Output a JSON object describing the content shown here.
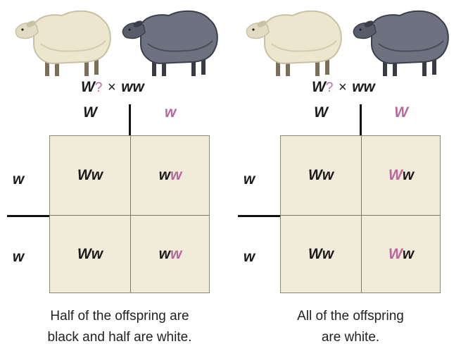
{
  "colors": {
    "accent": "#b8679a",
    "grid_fill": "#f1ebd9",
    "text": "#1a1a1a"
  },
  "panels": [
    {
      "cross": {
        "p1_allele": "W",
        "unknown": "?",
        "times": "×",
        "p2": "ww"
      },
      "top_gametes": [
        {
          "text": "W",
          "color": "dark"
        },
        {
          "text": "w",
          "color": "pink"
        }
      ],
      "side_gametes": [
        "w",
        "w"
      ],
      "cells": [
        [
          {
            "a": "W",
            "a_color": "dark",
            "b": "w"
          },
          {
            "a": "w",
            "a_color": "dark",
            "b": "w",
            "b_color": "pink"
          }
        ],
        [
          {
            "a": "W",
            "a_color": "dark",
            "b": "w"
          },
          {
            "a": "w",
            "a_color": "dark",
            "b": "w",
            "b_color": "pink"
          }
        ]
      ],
      "caption_line1": "Half of the offspring are",
      "caption_line2": "black and half are white."
    },
    {
      "cross": {
        "p1_allele": "W",
        "unknown": "?",
        "times": "×",
        "p2": "ww"
      },
      "top_gametes": [
        {
          "text": "W",
          "color": "dark"
        },
        {
          "text": "W",
          "color": "pink"
        }
      ],
      "side_gametes": [
        "w",
        "w"
      ],
      "cells": [
        [
          {
            "a": "W",
            "a_color": "dark",
            "b": "w"
          },
          {
            "a": "W",
            "a_color": "pink",
            "b": "w"
          }
        ],
        [
          {
            "a": "W",
            "a_color": "dark",
            "b": "w"
          },
          {
            "a": "W",
            "a_color": "pink",
            "b": "w"
          }
        ]
      ],
      "caption_line1": "All of the offspring",
      "caption_line2": "are white."
    }
  ]
}
